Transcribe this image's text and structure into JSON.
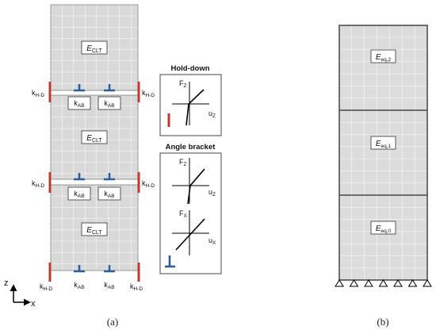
{
  "panel_a": {
    "caption": "(a)",
    "modules": [
      {
        "label_main": "E",
        "label_sub": "CLT"
      },
      {
        "label_main": "E",
        "label_sub": "CLT"
      },
      {
        "label_main": "E",
        "label_sub": "CLT"
      }
    ],
    "kab_main": "k",
    "kab_sub": "AB",
    "khd_main": "k",
    "khd_sub": "H-D",
    "axes": {
      "z": "z",
      "x": "x"
    }
  },
  "legend": {
    "hold_down": {
      "title": "Hold-down",
      "f_main": "F",
      "f_sub": "Z",
      "u_main": "u",
      "u_sub": "Z"
    },
    "angle_bracket": {
      "title": "Angle bracket",
      "z": {
        "f_main": "F",
        "f_sub": "Z",
        "u_main": "u",
        "u_sub": "Z"
      },
      "x": {
        "f_main": "F",
        "f_sub": "X",
        "u_main": "u",
        "u_sub": "X"
      }
    }
  },
  "panel_b": {
    "caption": "(b)",
    "modules": [
      {
        "label_main": "E",
        "label_sub": "eq,2"
      },
      {
        "label_main": "E",
        "label_sub": "eq,1"
      },
      {
        "label_main": "E",
        "label_sub": "eq,0"
      }
    ]
  },
  "colors": {
    "hold_down": "#c0392b",
    "angle_bracket": "#2f5d9a",
    "panel_fill": "#d9d9d9",
    "grid": "#ffffff"
  }
}
